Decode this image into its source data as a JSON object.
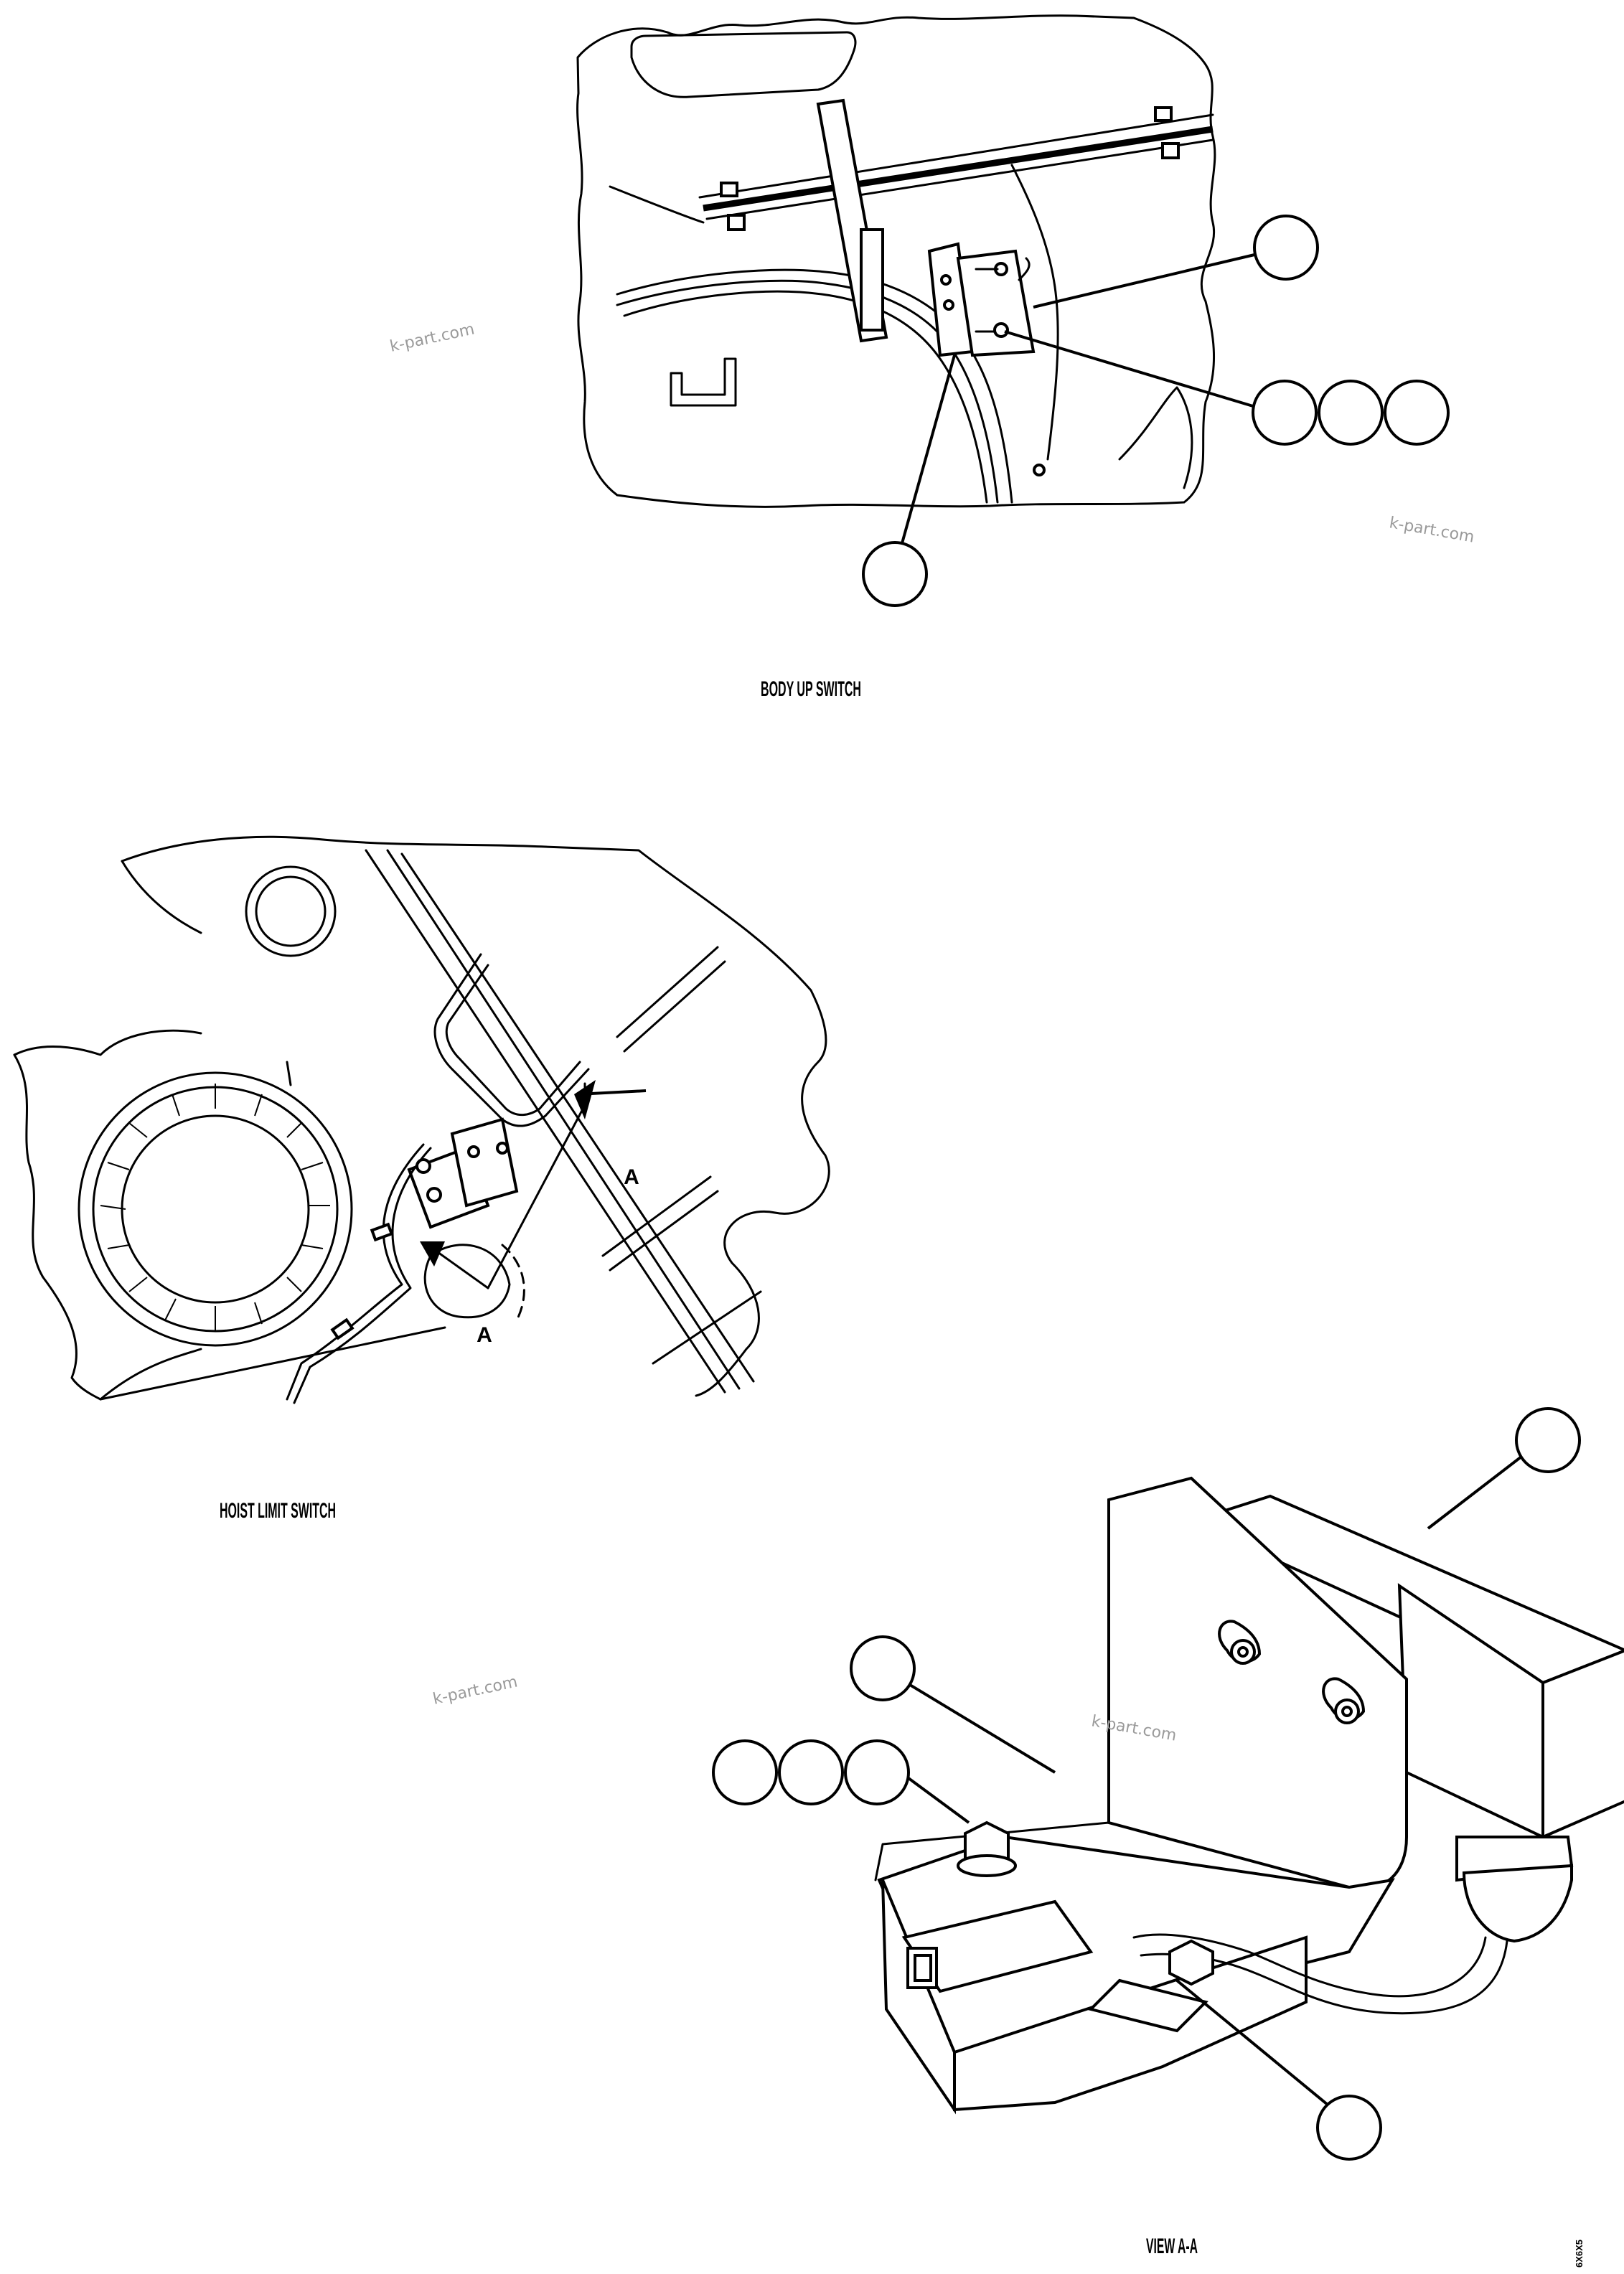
{
  "captions": {
    "body_up": "BODY UP SWITCH",
    "hoist_limit": "HOIST LIMIT SWITCH",
    "view": "VIEW A-A"
  },
  "section_marker": "A",
  "watermark": "k-part.com",
  "drawing_code": "6X6X5"
}
